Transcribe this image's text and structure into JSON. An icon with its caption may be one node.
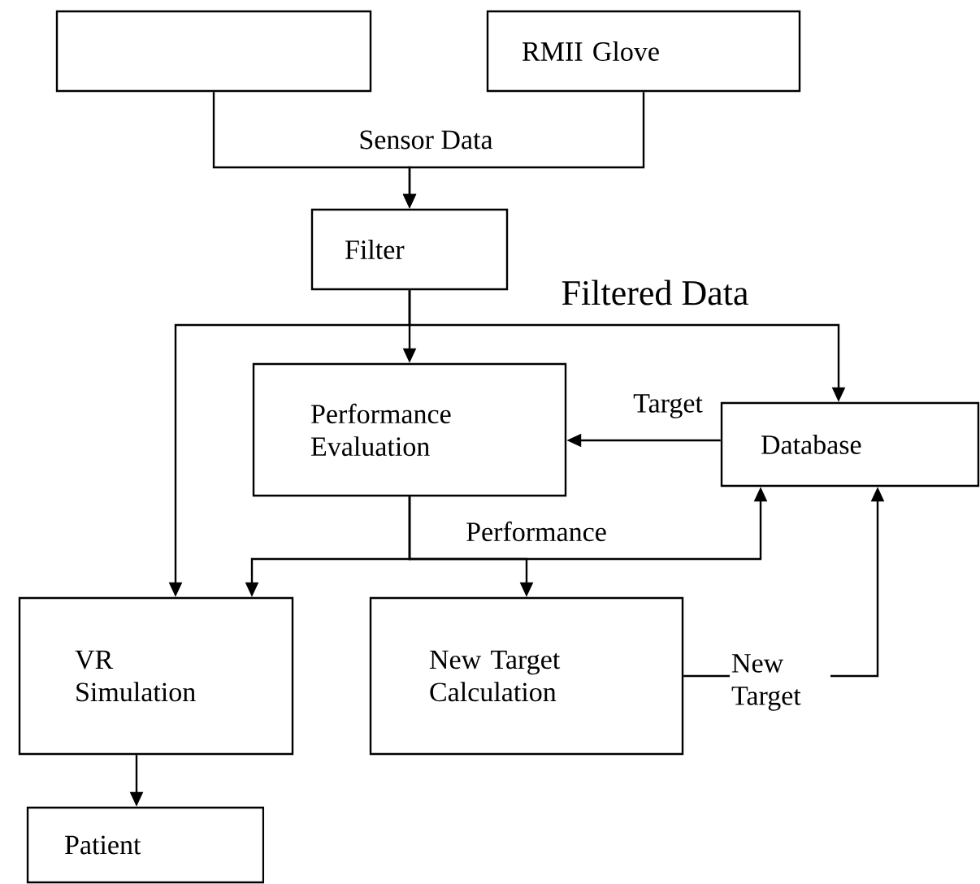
{
  "diagram": {
    "nodes": [
      {
        "text": [],
        "shape": "box"
      },
      {
        "text": [
          "RMII Glove"
        ]
      },
      {
        "text": [
          "Filter"
        ]
      },
      {
        "text": [
          "Performance Evaluation"
        ]
      },
      {
        "text": [
          "Database"
        ]
      },
      {
        "text": [
          "VR Simulation"
        ]
      },
      {
        "text": [
          "New Target Calculation"
        ]
      },
      {
        "text": [
          "Patient"
        ]
      }
    ],
    "edges": [
      {
        "from": 0,
        "to": 2,
        "arrow": "to",
        "label": "Sensor Data"
      },
      {
        "from": 1,
        "to": 2,
        "arrow": "to"
      },
      {
        "from": 2,
        "to": 5,
        "arrow": "to"
      },
      {
        "from": 2,
        "to": 3,
        "arrow": "to"
      },
      {
        "from": 2,
        "to": 4,
        "arrow": "to",
        "label": "Filtered Data"
      },
      {
        "from": 4,
        "to": 3,
        "arrow": "to",
        "label": "Target"
      },
      {
        "from": 3,
        "to": 5,
        "arrow": "to"
      },
      {
        "from": 3,
        "to": 6,
        "arrow": "to",
        "label": "Performance"
      },
      {
        "from": 3,
        "to": 4,
        "arrow": "to"
      },
      {
        "from": 6,
        "to": 4,
        "arrow": "to",
        "label": "New Target"
      },
      {
        "from": 5,
        "to": 7,
        "arrow": "to"
      }
    ]
  }
}
